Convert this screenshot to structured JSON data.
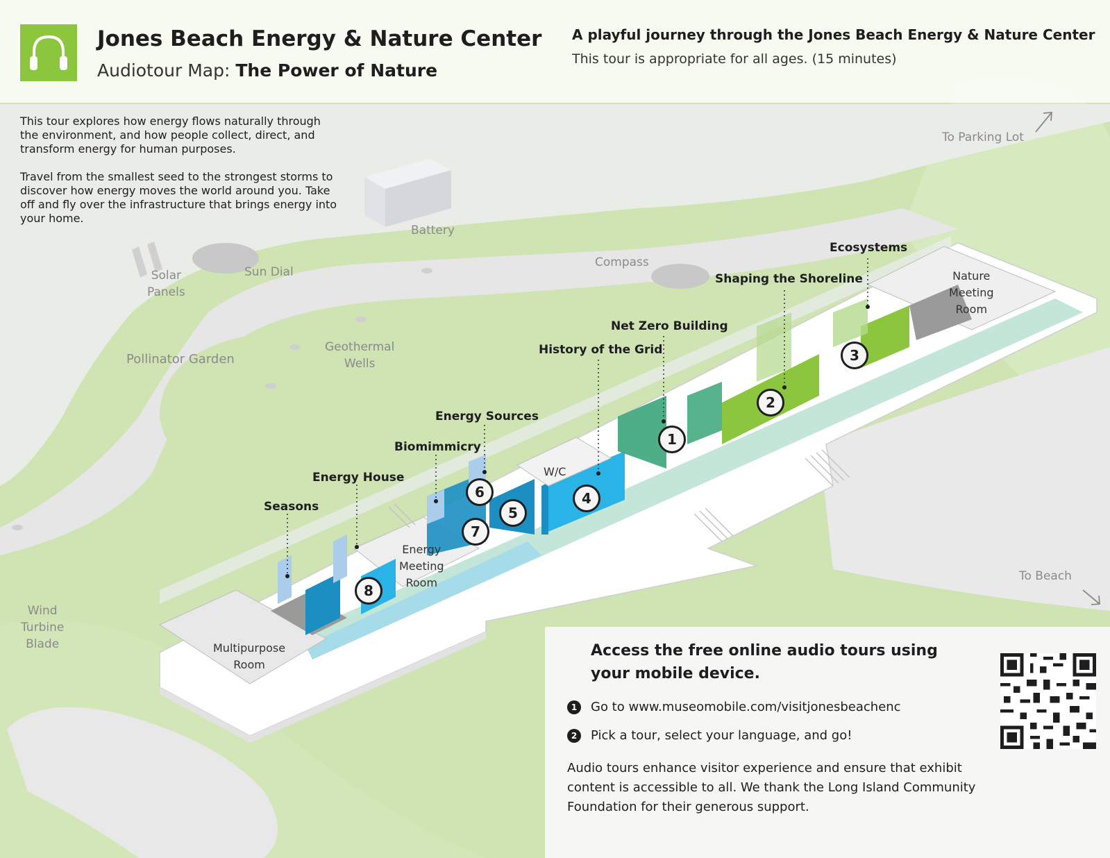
{
  "header": {
    "title": "Jones Beach Energy & Nature Center",
    "subtitle_prefix": "Audiotour Map: ",
    "subtitle_tour": "The Power of Nature",
    "tagline": "A playful journey through the Jones Beach Energy & Nature Center",
    "ages": "This tour is appropriate for all ages. (15 minutes)",
    "logo_icon": "headphones-icon",
    "brand_color": "#8cc63e"
  },
  "intro": {
    "p1": "This tour explores how energy flows naturally through the environment, and how people collect, direct, and transform energy for human purposes.",
    "p2": "Travel from the smallest seed to the strongest storms  to discover how energy moves the world around you. Take off and fly over the infrastructure that brings energy into your home."
  },
  "map_labels": {
    "battery": "Battery",
    "solar_1": "Solar",
    "solar_2": "Panels",
    "sun_dial": "Sun Dial",
    "compass": "Compass",
    "pollinator": "Pollinator Garden",
    "geothermal_1": "Geothermal",
    "geothermal_2": "Wells",
    "wind_1": "Wind",
    "wind_2": "Turbine",
    "wind_3": "Blade",
    "parking": "To Parking Lot",
    "beach": "To Beach"
  },
  "rooms": {
    "nature_1": "Nature",
    "nature_2": "Meeting",
    "nature_3": "Room",
    "energy_1": "Energy",
    "energy_2": "Meeting",
    "energy_3": "Room",
    "multi_1": "Multipurpose",
    "multi_2": "Room",
    "wc": "W/C"
  },
  "exhibits": {
    "ecosystems": "Ecosystems",
    "shoreline": "Shaping the Shoreline",
    "net_zero": "Net Zero Building",
    "history": "History of the Grid",
    "energy_sources": "Energy Sources",
    "biomimicry": "Biomimmicry",
    "energy_house": "Energy House",
    "seasons": "Seasons"
  },
  "markers": {
    "m1": "1",
    "m2": "2",
    "m3": "3",
    "m4": "4",
    "m5": "5",
    "m6": "6",
    "m7": "7",
    "m8": "8"
  },
  "access": {
    "heading": "Access the free online audio tours using your mobile device.",
    "step1_num": "1",
    "step1": "Go to www.museomobile.com/visitjonesbeachenc",
    "step2_num": "2",
    "step2": "Pick a tour, select your language, and go!",
    "thanks": "Audio tours enhance visitor experience and ensure that exhibit content is accessible to all. We thank the Long Island Community Foundation for their generous support.",
    "qr_icon": "qr-code-icon"
  },
  "colors": {
    "lawn": "#cfe3b3",
    "path": "#ececec",
    "blue": "#2ab3e6",
    "dark_blue": "#1b8fc2",
    "green": "#8cc63e",
    "teal": "#3aa57a"
  }
}
